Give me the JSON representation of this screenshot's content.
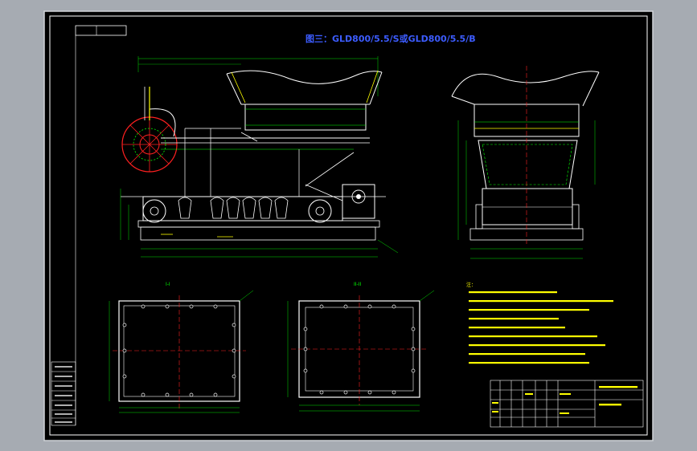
{
  "drawing": {
    "title": "图三：GLD800/5.5/S或GLD800/5.5/B",
    "section_left_label": "I-I",
    "section_right_label": "II-II",
    "notes_heading": "注："
  },
  "colors": {
    "workspace": "#a6abb2",
    "paper": "#000000",
    "frame": "#ffffff",
    "outline_green": "#00ff00",
    "dim_green": "#00e000",
    "hidden_red": "#ff2020",
    "center_magenta": "#ff00ff",
    "title_blue": "#3c5cff",
    "accent_yellow": "#ffff00",
    "text_white": "#ffffff"
  }
}
